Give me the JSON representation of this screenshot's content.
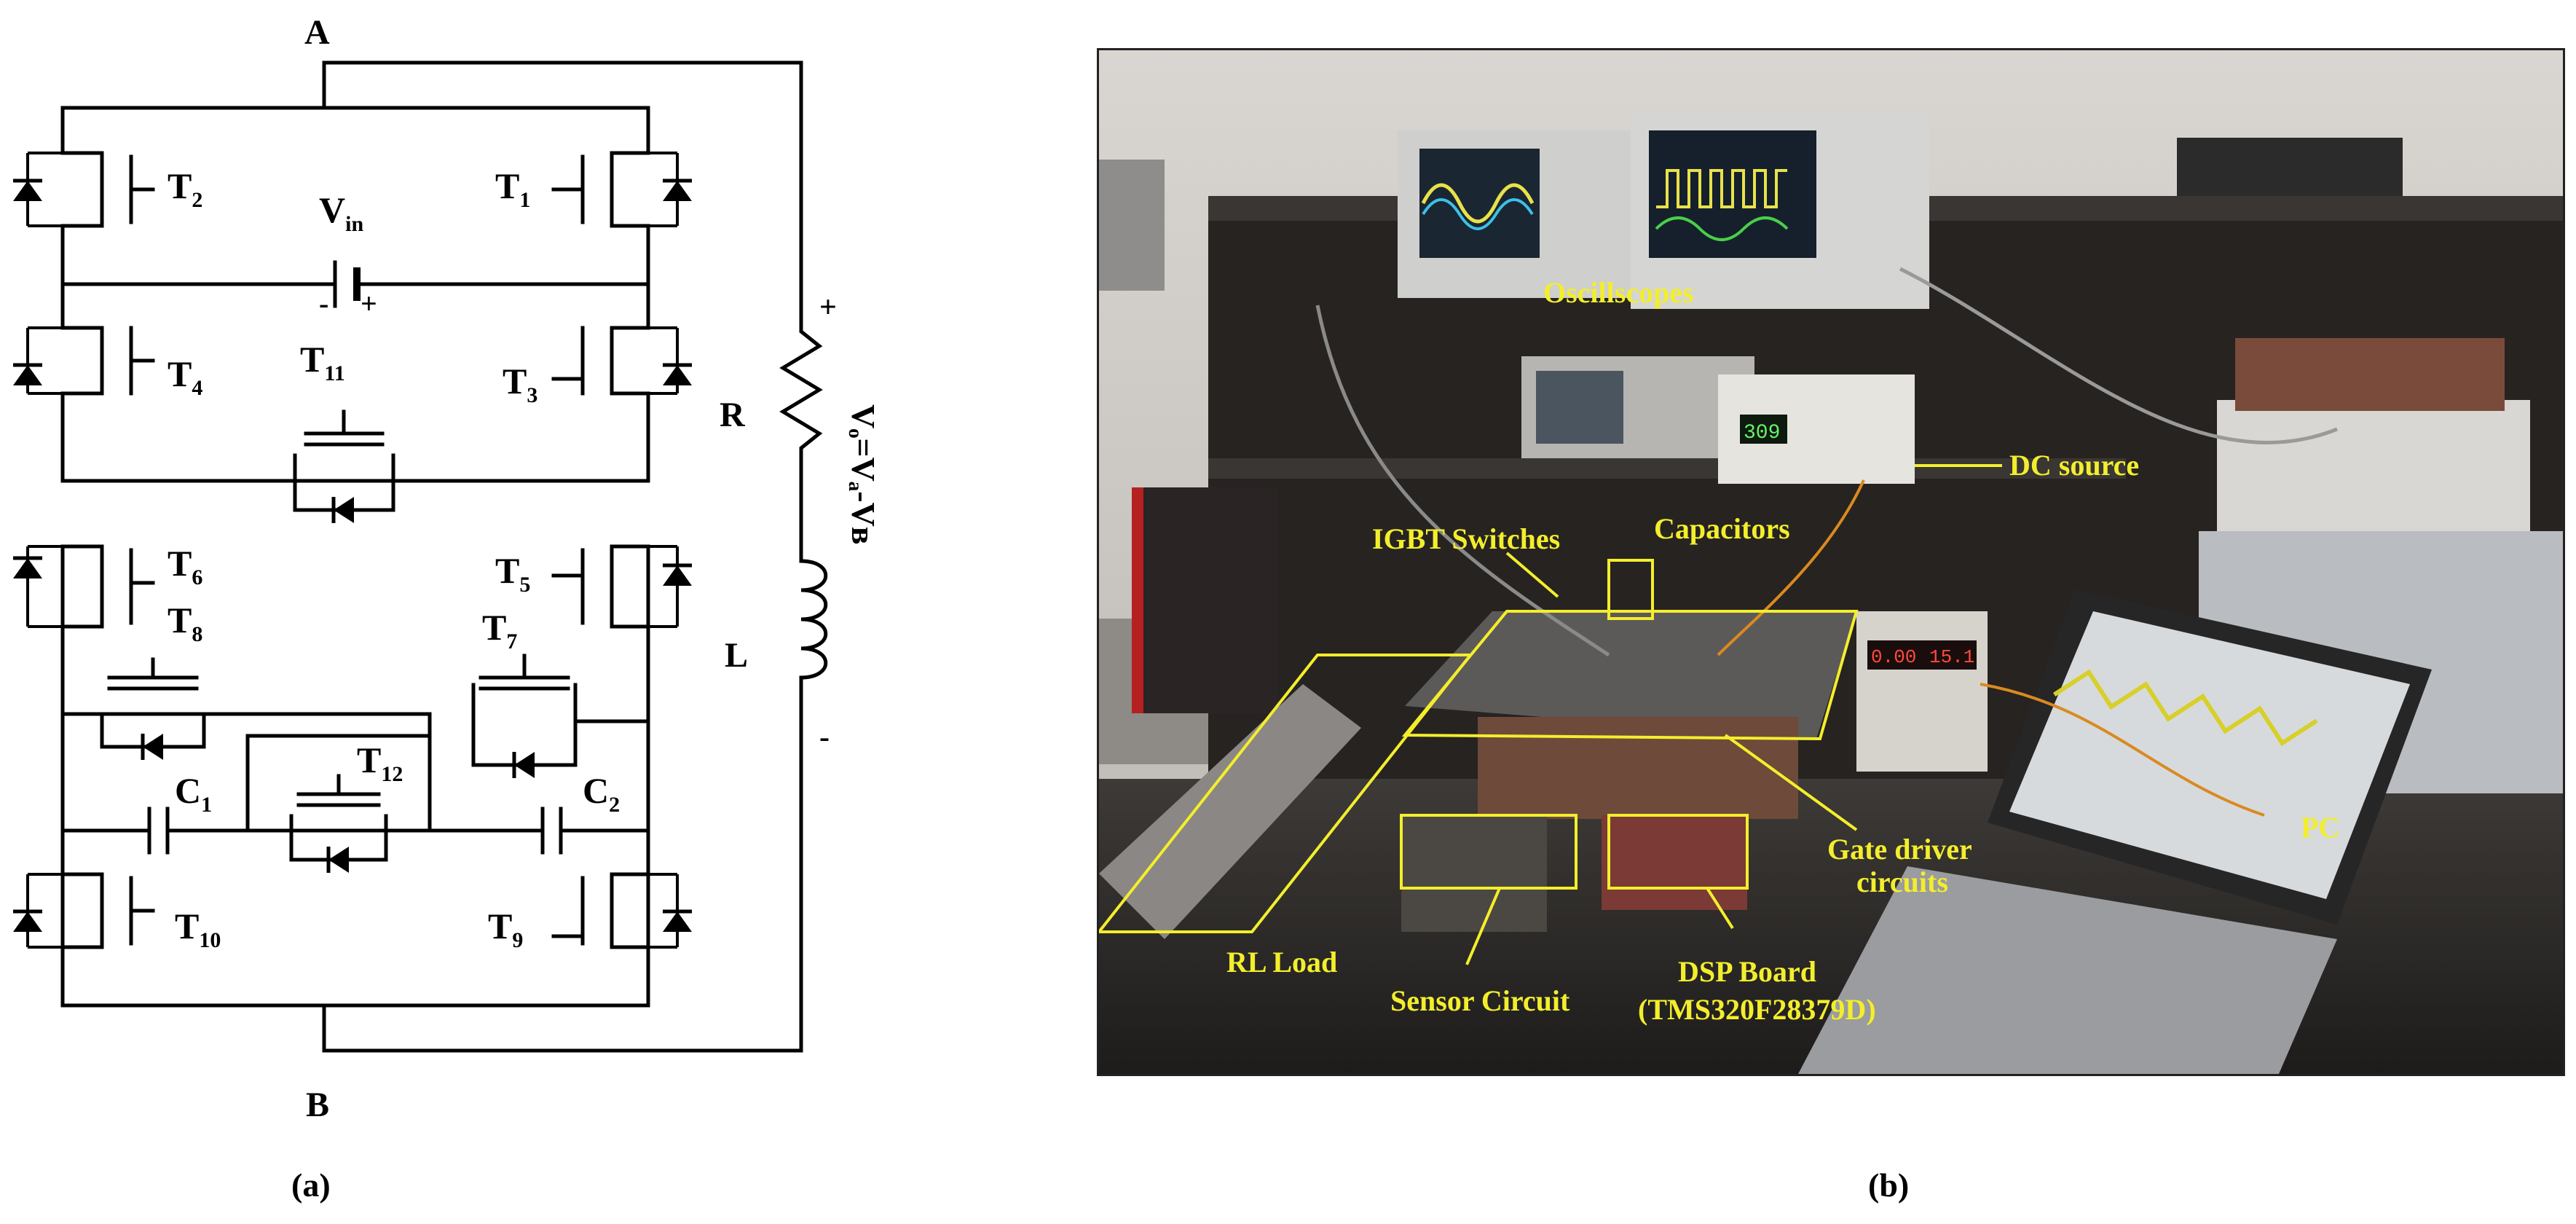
{
  "circuit": {
    "node_top": "A",
    "node_bottom": "B",
    "source": {
      "main": "V",
      "sub": "in"
    },
    "source_plus": "+",
    "source_minus": "-",
    "resistor": "R",
    "inductor": "L",
    "output_plus": "+",
    "output_minus": "-",
    "output_voltage": "Vₒ=Vₐ-Vʙ",
    "switches": {
      "T1": {
        "main": "T",
        "sub": "1"
      },
      "T2": {
        "main": "T",
        "sub": "2"
      },
      "T3": {
        "main": "T",
        "sub": "3"
      },
      "T4": {
        "main": "T",
        "sub": "4"
      },
      "T5": {
        "main": "T",
        "sub": "5"
      },
      "T6": {
        "main": "T",
        "sub": "6"
      },
      "T7": {
        "main": "T",
        "sub": "7"
      },
      "T8": {
        "main": "T",
        "sub": "8"
      },
      "T9": {
        "main": "T",
        "sub": "9"
      },
      "T10": {
        "main": "T",
        "sub": "10"
      },
      "T11": {
        "main": "T",
        "sub": "11"
      },
      "T12": {
        "main": "T",
        "sub": "12"
      }
    },
    "capacitors": {
      "C1": {
        "main": "C",
        "sub": "1"
      },
      "C2": {
        "main": "C",
        "sub": "2"
      }
    }
  },
  "photo": {
    "labels": {
      "oscilloscopes": "Oscillscopes",
      "dc_source": "DC source",
      "igbt": "IGBT Switches",
      "capacitors": "Capacitors",
      "gate_driver_1": "Gate driver",
      "gate_driver_2": "circuits",
      "pc": "PC",
      "rl_load": "RL Load",
      "sensor": "Sensor Circuit",
      "dsp_1": "DSP Board",
      "dsp_2": "(TMS320F28379D)"
    },
    "displays": {
      "scope_small": "309",
      "psu_left": "0.00",
      "psu_right": "15.1"
    }
  },
  "captions": {
    "a": "(a)",
    "b": "(b)"
  },
  "colors": {
    "label": "#f3ee2c",
    "wire": "#000000"
  }
}
